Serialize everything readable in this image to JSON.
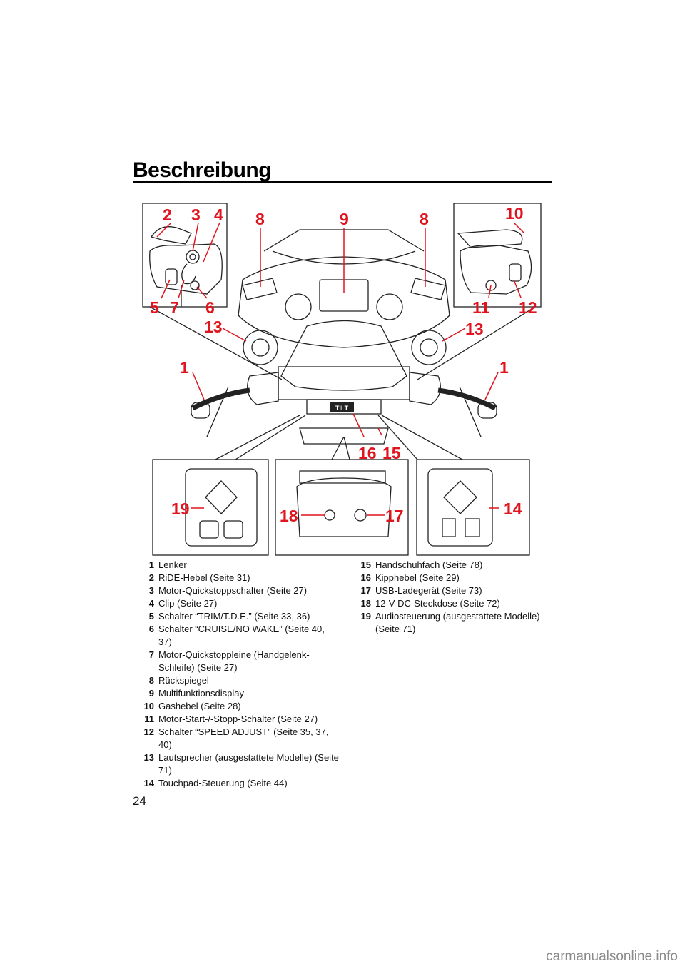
{
  "page": {
    "title": "Beschreibung",
    "page_number": "24",
    "watermark": "carmanualsonline.info"
  },
  "figure": {
    "panel_label": "TILT",
    "callouts": {
      "c1a": "1",
      "c1b": "1",
      "c2": "2",
      "c3": "3",
      "c4": "4",
      "c5": "5",
      "c6": "6",
      "c7": "7",
      "c8a": "8",
      "c8b": "8",
      "c9": "9",
      "c10": "10",
      "c11": "11",
      "c12": "12",
      "c13a": "13",
      "c13b": "13",
      "c14": "14",
      "c15": "15",
      "c16": "16",
      "c17": "17",
      "c18": "18",
      "c19": "19"
    },
    "accent_color": "#e0141e"
  },
  "legend": {
    "left": [
      {
        "num": "1",
        "text": "Lenker"
      },
      {
        "num": "2",
        "text": "RiDE-Hebel (Seite 31)"
      },
      {
        "num": "3",
        "text": "Motor-Quickstoppschalter (Seite 27)"
      },
      {
        "num": "4",
        "text": "Clip (Seite 27)"
      },
      {
        "num": "5",
        "text": "Schalter “TRIM/T.D.E.” (Seite 33, 36)"
      },
      {
        "num": "6",
        "text": "Schalter “CRUISE/NO WAKE” (Seite 40, 37)"
      },
      {
        "num": "7",
        "text": "Motor-Quickstoppleine (Handgelenk-Schleife) (Seite 27)"
      },
      {
        "num": "8",
        "text": "Rückspiegel"
      },
      {
        "num": "9",
        "text": "Multifunktionsdisplay"
      },
      {
        "num": "10",
        "text": "Gashebel (Seite 28)"
      },
      {
        "num": "11",
        "text": "Motor-Start-/-Stopp-Schalter (Seite 27)"
      },
      {
        "num": "12",
        "text": "Schalter “SPEED ADJUST” (Seite 35, 37, 40)"
      },
      {
        "num": "13",
        "text": "Lautsprecher (ausgestattete Modelle) (Seite 71)"
      },
      {
        "num": "14",
        "text": "Touchpad-Steuerung (Seite 44)"
      }
    ],
    "right": [
      {
        "num": "15",
        "text": "Handschuhfach (Seite 78)"
      },
      {
        "num": "16",
        "text": "Kipphebel (Seite 29)"
      },
      {
        "num": "17",
        "text": "USB-Ladegerät (Seite 73)"
      },
      {
        "num": "18",
        "text": "12-V-DC-Steckdose (Seite 72)"
      },
      {
        "num": "19",
        "text": "Audiosteuerung (ausgestattete Modelle) (Seite 71)"
      }
    ]
  }
}
